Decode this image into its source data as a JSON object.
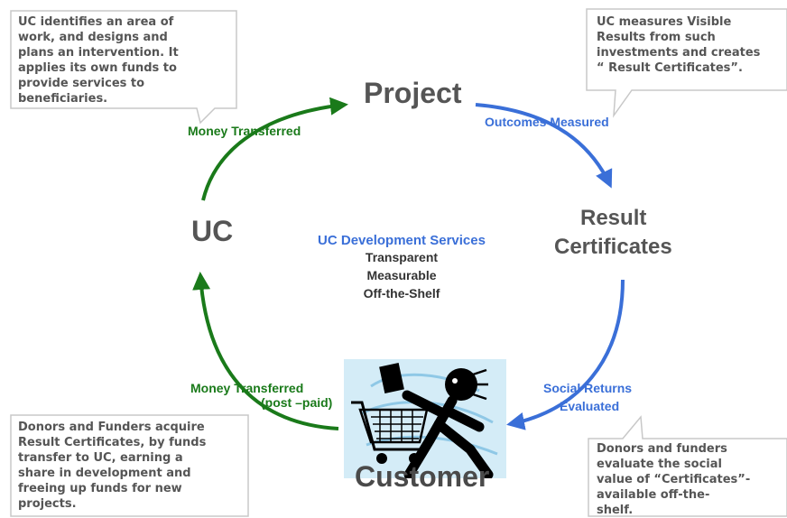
{
  "nodes": {
    "project": "Project",
    "uc": "UC",
    "result_line1": "Result",
    "result_line2": "Certificates",
    "customer": "Customer"
  },
  "edges": {
    "money_top": "Money Transferred",
    "outcomes": "Outcomes Measured",
    "social_line1": "Social Returns",
    "social_line2": "Evaluated",
    "money_bottom": "Money Transferred",
    "post_paid": "(post –paid)"
  },
  "center": {
    "title": "UC Development Services",
    "items": [
      "Transparent",
      "Measurable",
      "Off-the-Shelf"
    ]
  },
  "callouts": {
    "top_left": [
      "UC identifies an area of",
      "work, and designs and",
      "plans an intervention. It",
      "applies its own funds to",
      "provide services to",
      "beneficiaries."
    ],
    "top_right": [
      "UC measures Visible",
      "Results from such",
      "investments and creates",
      "“ Result Certificates”."
    ],
    "bottom_left": [
      "Donors and Funders acquire",
      "Result Certificates, by funds",
      "transfer to UC, earning a",
      "share in development and",
      "freeing up funds for new",
      "projects."
    ],
    "bottom_right": [
      "Donors and funders",
      "evaluate the social",
      "value of “Certificates”-",
      "available off-the-",
      "shelf."
    ]
  },
  "colors": {
    "green": "#1a7a1a",
    "blue": "#3a6fd8",
    "node_text": "#555555"
  },
  "icons": [
    "shopping-cart-icon",
    "running-shopper-icon"
  ]
}
